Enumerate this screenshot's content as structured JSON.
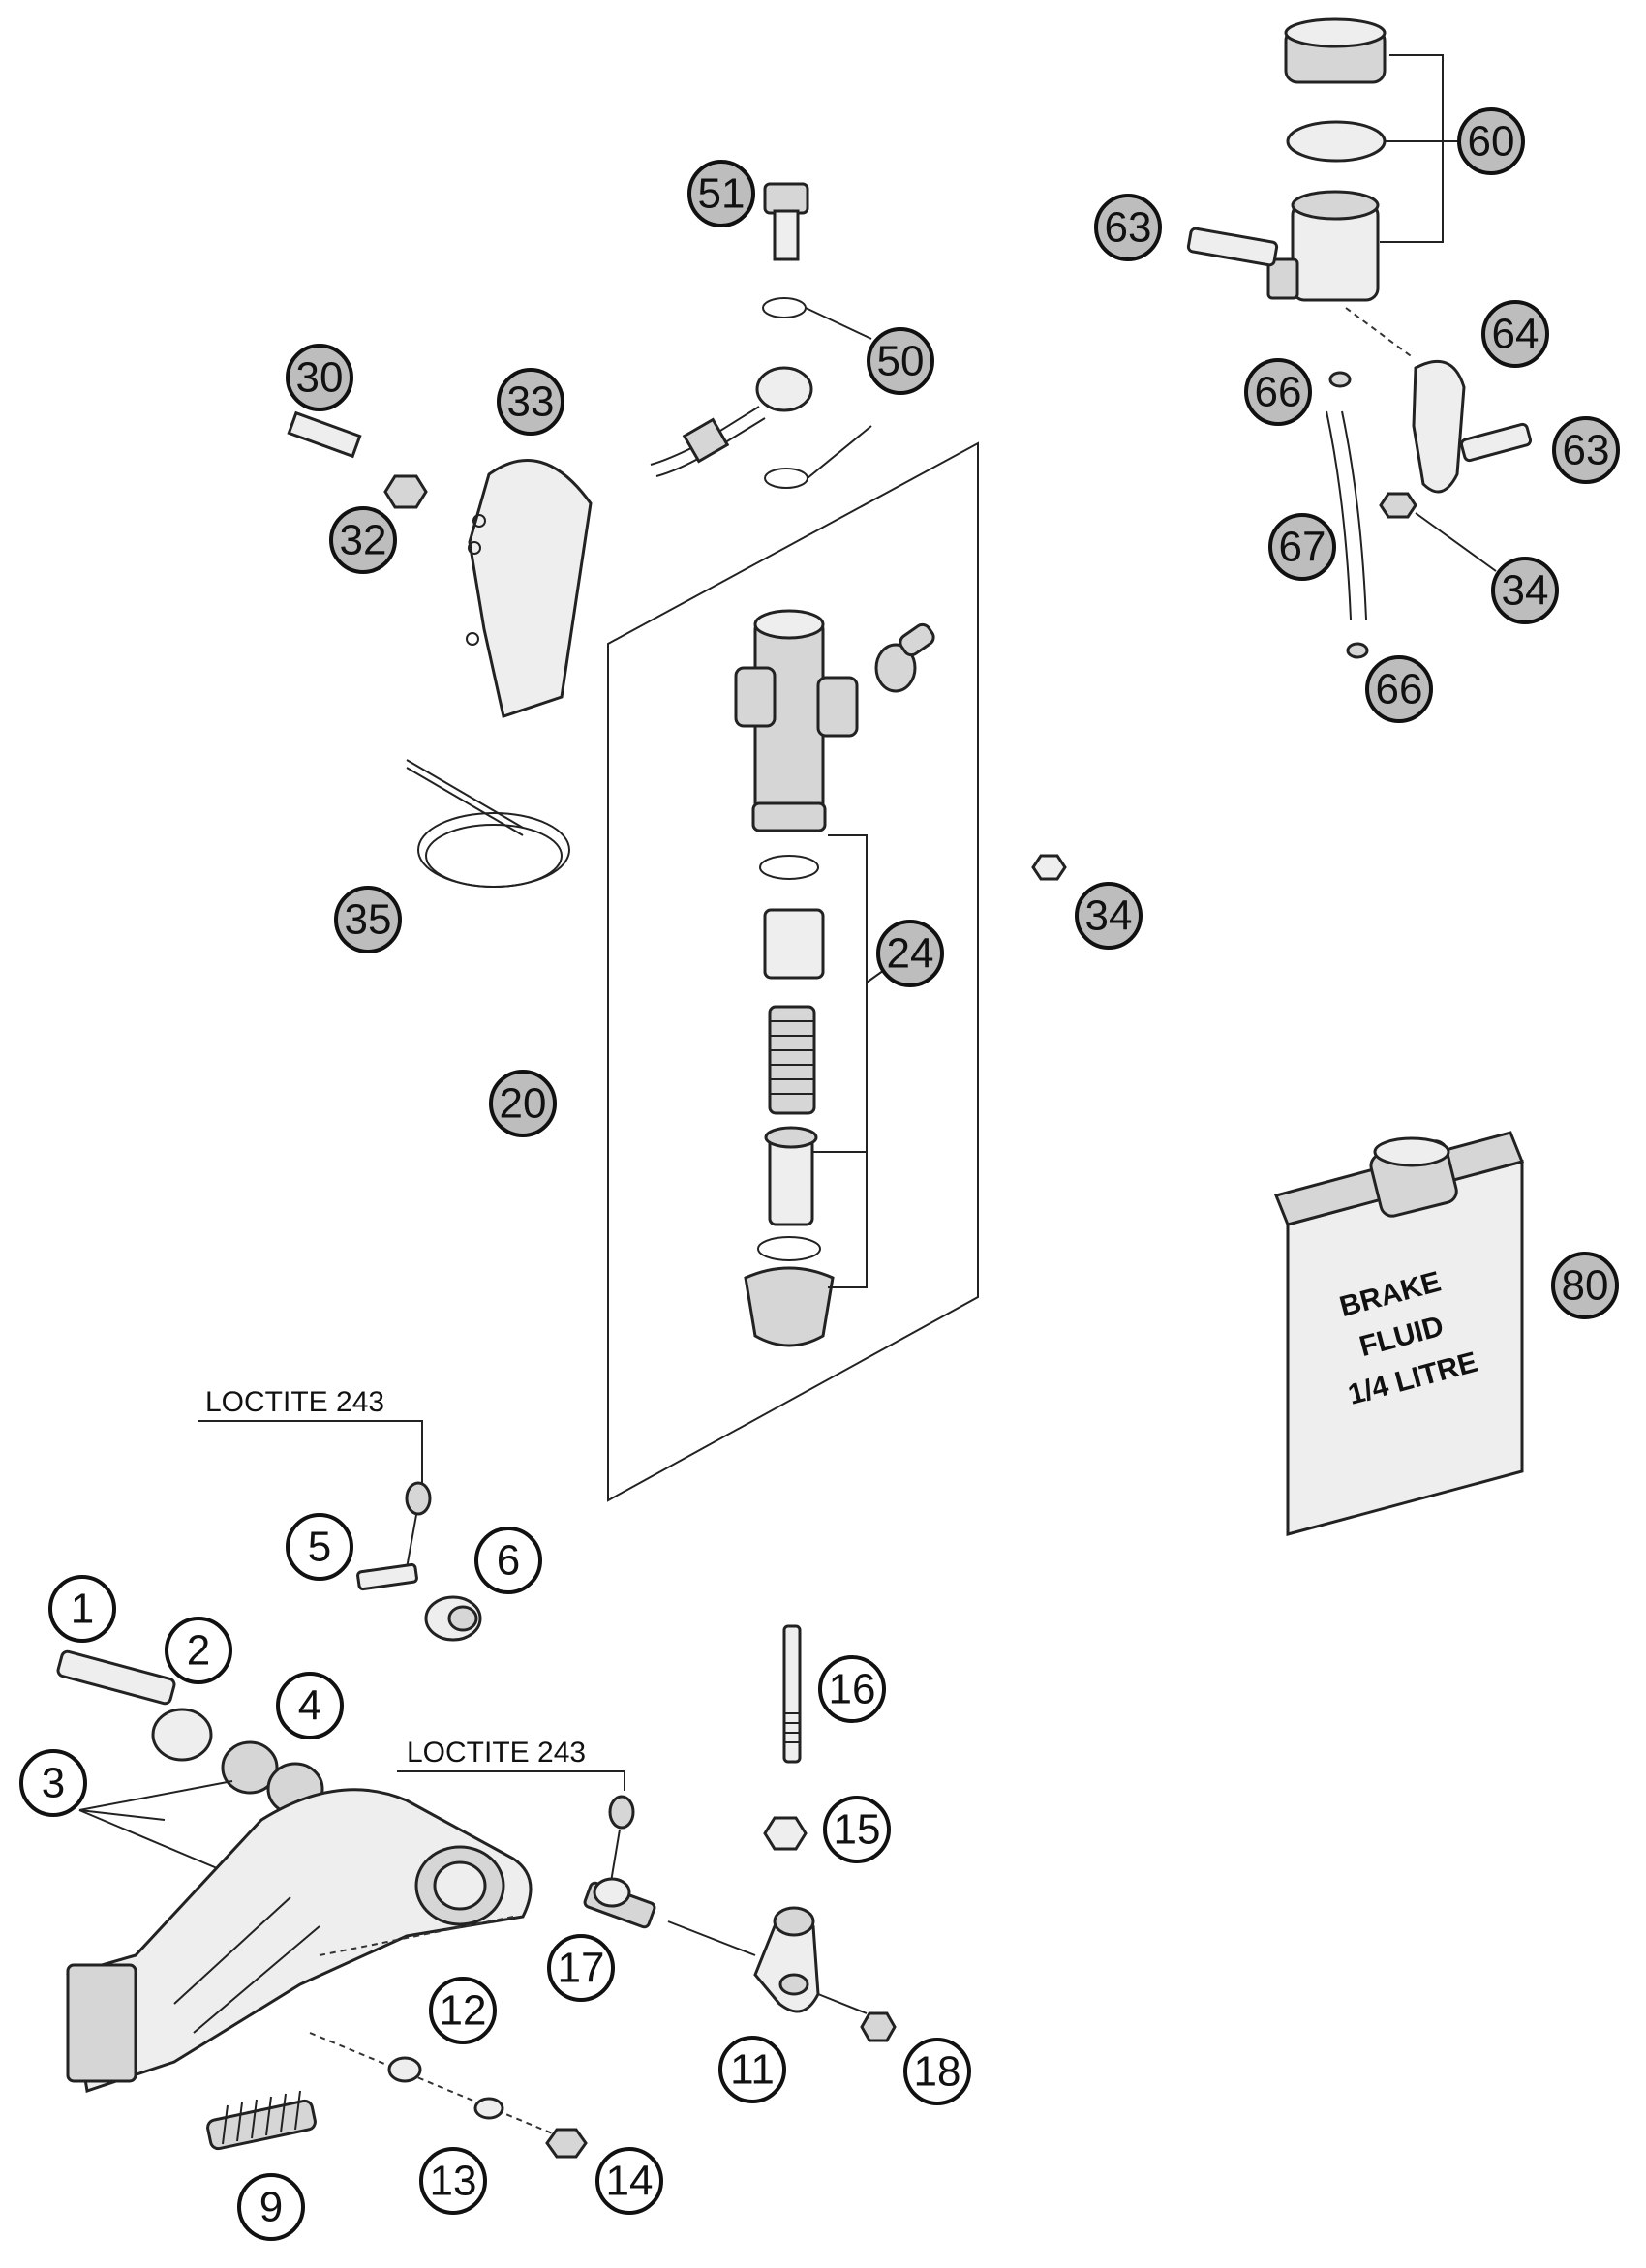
{
  "callouts": {
    "p1": "1",
    "p2": "2",
    "p3": "3",
    "p4": "4",
    "p5": "5",
    "p6": "6",
    "p9": "9",
    "p11": "11",
    "p12": "12",
    "p13": "13",
    "p14": "14",
    "p15": "15",
    "p16": "16",
    "p17": "17",
    "p18": "18",
    "p20": "20",
    "p24": "24",
    "p30": "30",
    "p32": "32",
    "p33": "33",
    "p34a": "34",
    "p34b": "34",
    "p35": "35",
    "p50": "50",
    "p51": "51",
    "p60": "60",
    "p63a": "63",
    "p63b": "63",
    "p64": "64",
    "p66a": "66",
    "p66b": "66",
    "p67": "67",
    "p80": "80"
  },
  "notes": {
    "loctite_top": "LOCTITE 243",
    "loctite_bottom": "LOCTITE 243"
  },
  "container_label": {
    "line1": "BRAKE",
    "line2": "FLUID",
    "line3": "1/4 LITRE"
  }
}
